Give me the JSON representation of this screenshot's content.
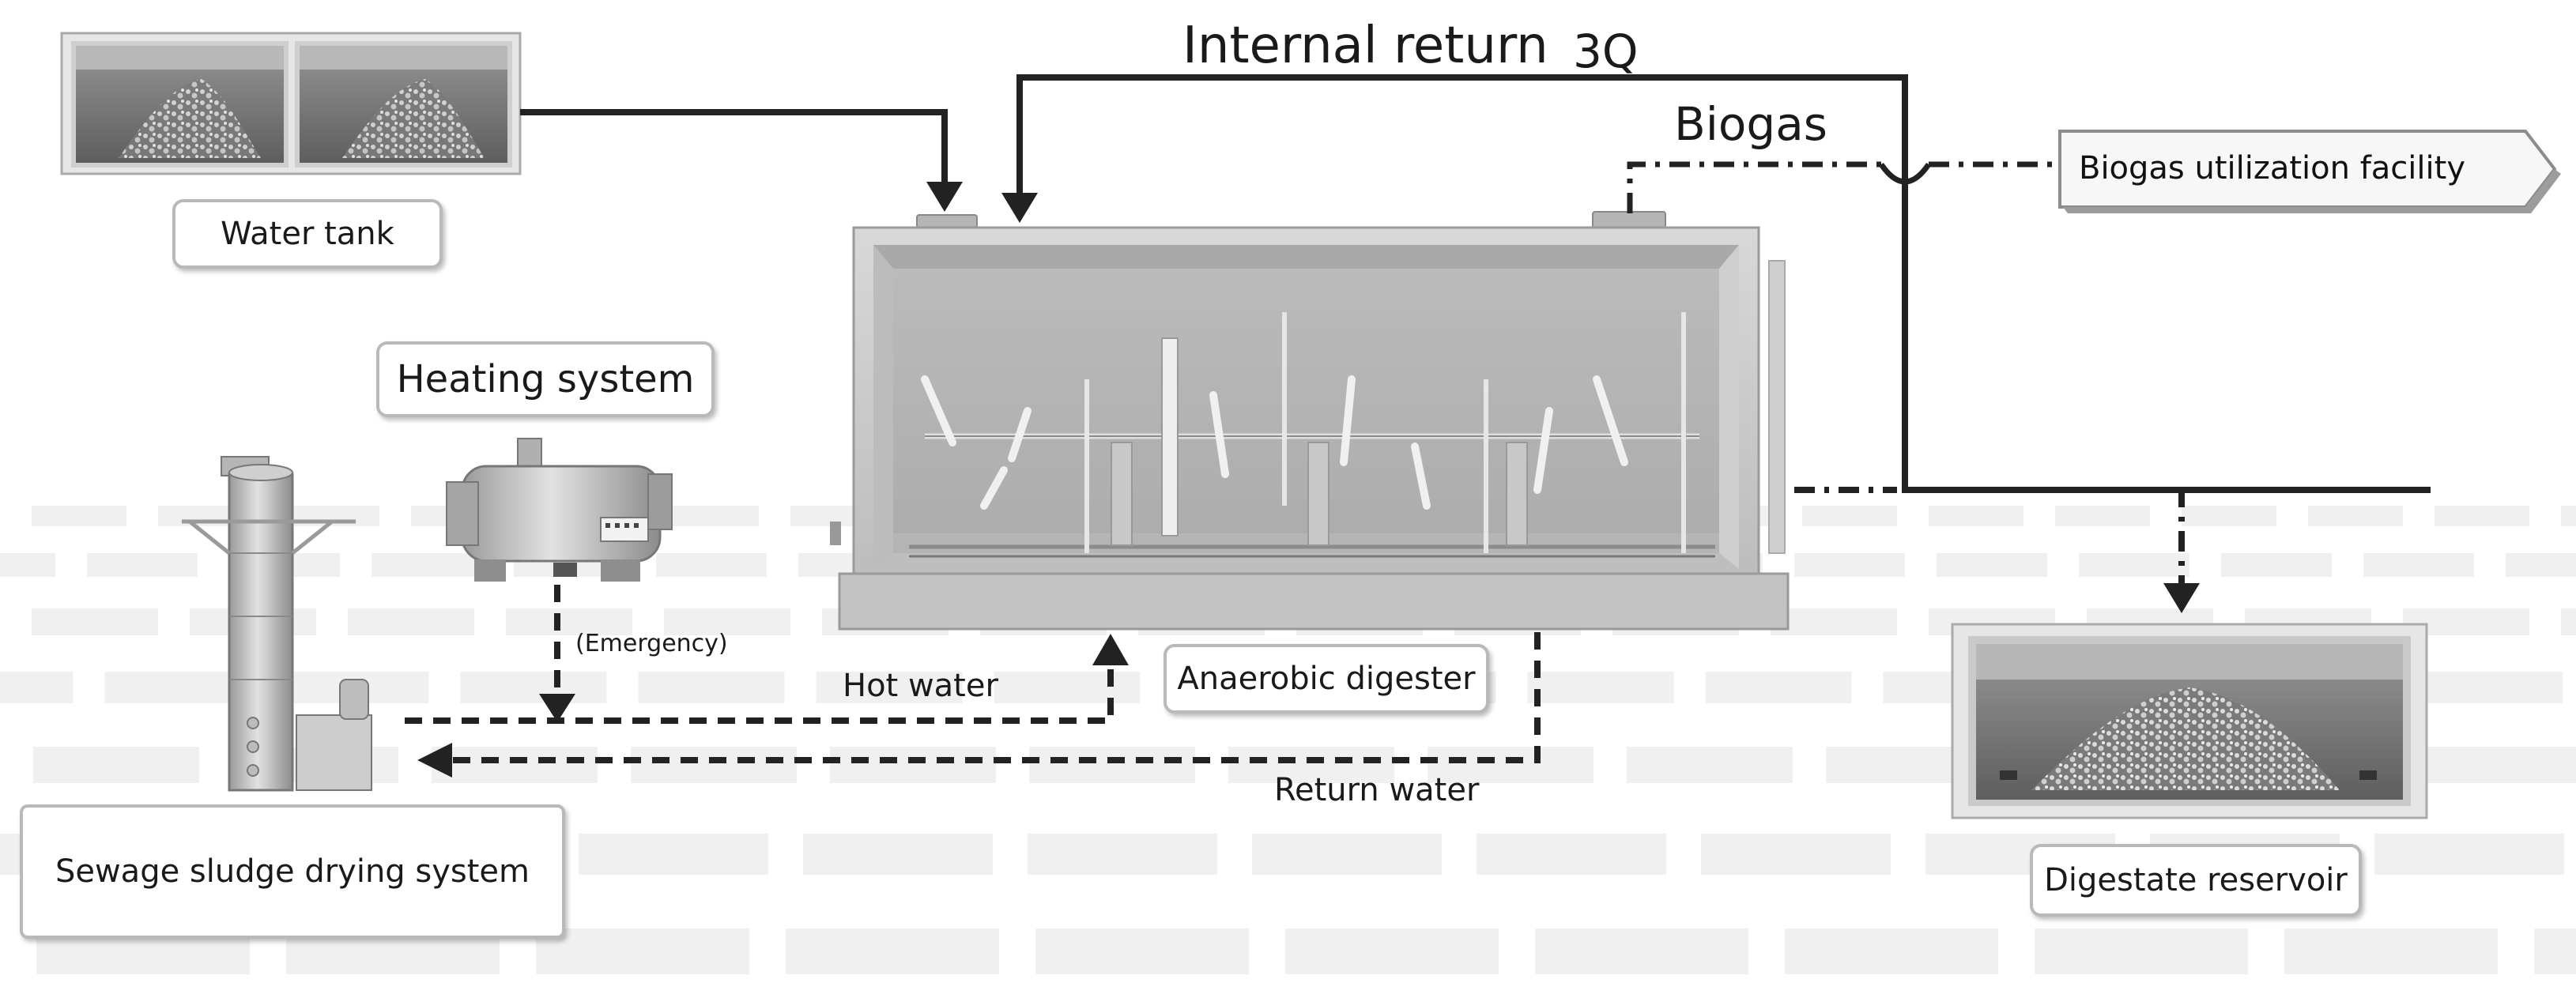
{
  "diagram": {
    "labels": {
      "water_tank": "Water tank",
      "heating_system": "Heating system",
      "sludge_drying": "Sewage sludge drying system",
      "anaerobic_digester": "Anaerobic digester",
      "digestate_reservoir": "Digestate reservoir",
      "biogas_facility": "Biogas utilization facility"
    },
    "flows": {
      "internal_return": "Internal return",
      "internal_return_rate": "3Q",
      "biogas": "Biogas",
      "emergency": "(Emergency)",
      "hot_water": "Hot water",
      "return_water": "Return water"
    }
  }
}
